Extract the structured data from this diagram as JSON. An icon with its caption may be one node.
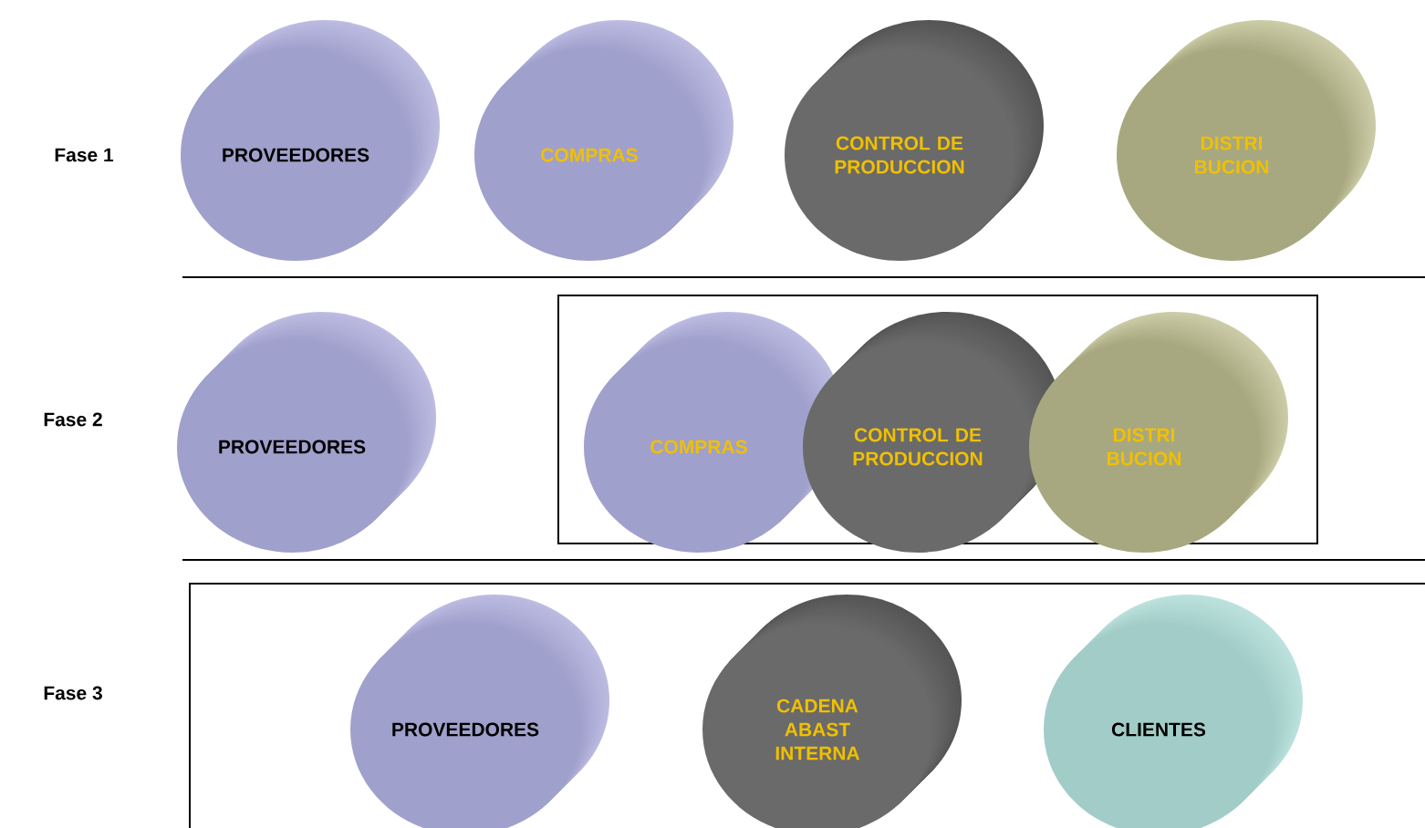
{
  "diagram": {
    "nodes": [
      {
        "text": [
          "PROVEEDORES"
        ]
      },
      {
        "text": [
          "COMPRAS"
        ]
      },
      {
        "text": [
          "CONTROL DE PRODUCCION"
        ]
      },
      {
        "text": [
          "DISTRI BUCION"
        ]
      },
      {
        "text": [
          "PROVEEDORES"
        ]
      },
      {
        "text": [],
        "shape": "box"
      },
      {
        "text": [
          "COMPRAS"
        ],
        "in": 5
      },
      {
        "text": [
          "CONTROL DE PRODUCCION"
        ],
        "in": 5
      },
      {
        "text": [
          "DISTRI BUCION"
        ],
        "in": 5
      },
      {
        "text": [],
        "shape": "box"
      },
      {
        "text": [
          "PROVEEDORES"
        ],
        "in": 9
      },
      {
        "text": [
          "CADENA ABAST INTERNA"
        ],
        "in": 9
      },
      {
        "text": [
          "CLIENTES"
        ],
        "in": 9
      }
    ],
    "labels": [
      "Fase 1",
      "Fase 2",
      "Fase 3"
    ]
  }
}
